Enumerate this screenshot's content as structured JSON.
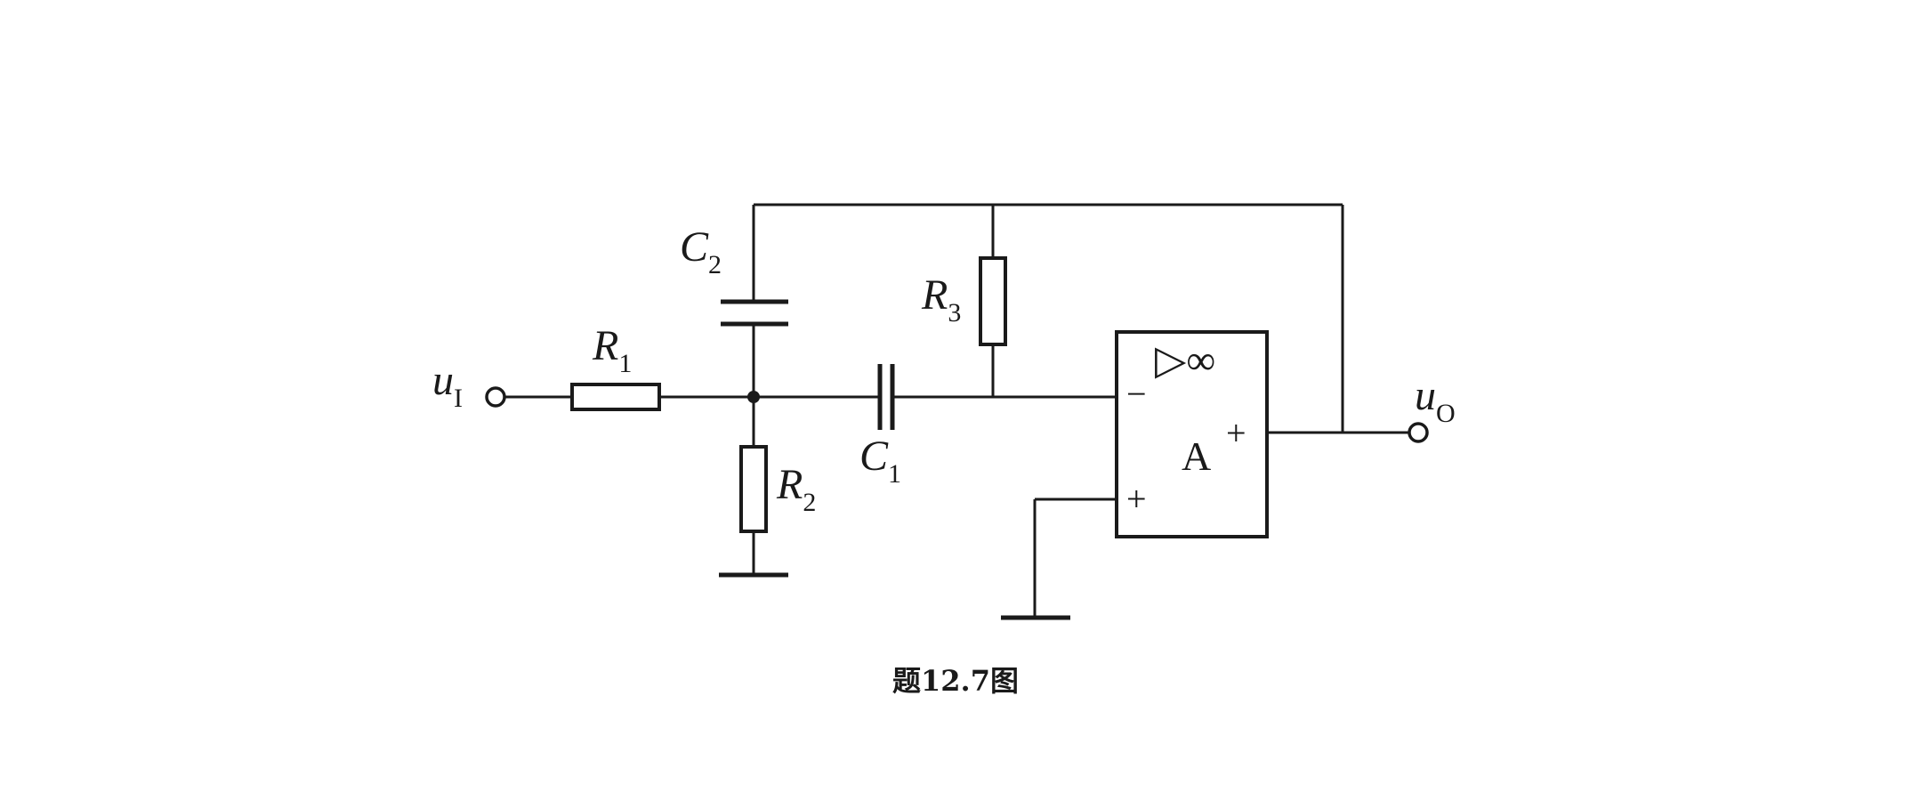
{
  "labels": {
    "input_var": "u",
    "input_sub": "I",
    "output_var": "u",
    "output_sub": "O",
    "r1_var": "R",
    "r1_sub": "1",
    "r2_var": "R",
    "r2_sub": "2",
    "r3_var": "R",
    "r3_sub": "3",
    "c1_var": "C",
    "c1_sub": "1",
    "c2_var": "C",
    "c2_sub": "2"
  },
  "opamp": {
    "name": "A",
    "symbol": "▷∞",
    "inverting_sign": "−",
    "noninverting_sign": "+",
    "output_sign": "+"
  },
  "caption": "题12.7图"
}
